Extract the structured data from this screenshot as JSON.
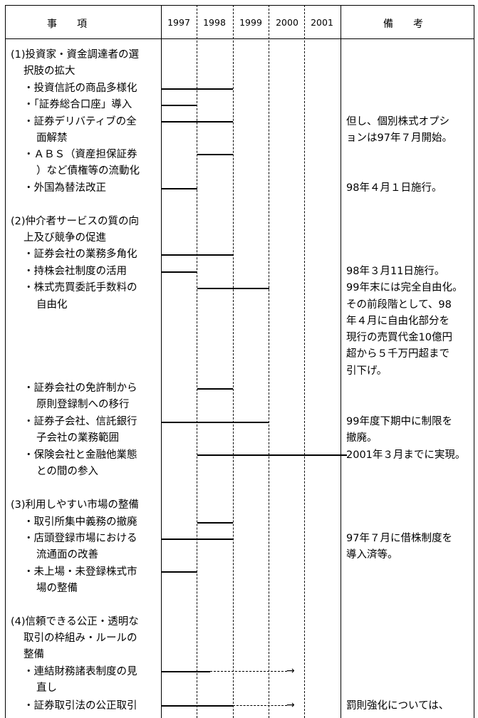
{
  "header": {
    "jikou": "事　　項",
    "bikou": "備　　考",
    "years": [
      "1997",
      "1998",
      "1999",
      "2000",
      "2001"
    ]
  },
  "sections": [
    {
      "title_lines": [
        "(1)投資家・資金調達者の選",
        "択肢の拡大"
      ],
      "items": [
        {
          "lines": [
            "・投資信託の商品多様化"
          ],
          "span_years": [
            "1997",
            "1998"
          ],
          "remark_lines": []
        },
        {
          "lines": [
            "・「証券総合口座」導入"
          ],
          "span_years": [
            "1997",
            "1997"
          ],
          "remark_lines": []
        },
        {
          "lines": [
            "・証券デリバティブの全",
            "面解禁"
          ],
          "span_years": [
            "1997",
            "1998"
          ],
          "remark_lines": [
            "但し、個別株式オプシ",
            "ョンは97年７月開始。"
          ]
        },
        {
          "lines": [
            "・ＡＢＳ（資産担保証券",
            "）など債権等の流動化"
          ],
          "span_years": [
            "1998",
            "1998"
          ],
          "remark_lines": []
        },
        {
          "lines": [
            "・外国為替法改正"
          ],
          "span_years": [
            "1997",
            "1997"
          ],
          "remark_lines": [
            "98年４月１日施行。"
          ]
        }
      ]
    },
    {
      "title_lines": [
        "(2)仲介者サービスの質の向",
        "上及び競争の促進"
      ],
      "items": [
        {
          "lines": [
            "・証券会社の業務多角化"
          ],
          "span_years": [
            "1997",
            "1998"
          ],
          "remark_lines": []
        },
        {
          "lines": [
            "・持株会社制度の活用"
          ],
          "span_years": [
            "1997",
            "1997"
          ],
          "remark_lines": [
            "98年３月11日施行。"
          ]
        },
        {
          "lines": [
            "・株式売買委託手数料の",
            "自由化"
          ],
          "span_years": [
            "1998",
            "1999"
          ],
          "remark_lines": [
            "99年末には完全自由化。",
            "その前段階として、98",
            "年４月に自由化部分を",
            "現行の売買代金10億円",
            "超から５千万円超まで",
            "引下げ。"
          ]
        },
        {
          "lines": [
            "・証券会社の免許制から",
            "原則登録制への移行"
          ],
          "span_years": [
            "1998",
            "1998"
          ],
          "remark_lines": []
        },
        {
          "lines": [
            "・証券子会社、信託銀行",
            "子会社の業務範囲"
          ],
          "span_years": [
            "1997",
            "1999"
          ],
          "remark_lines": [
            "99年度下期中に制限を",
            "撤廃。"
          ]
        },
        {
          "lines": [
            "・保険会社と金融他業態",
            "との間の参入"
          ],
          "span_years": [
            "1998",
            "2001"
          ],
          "remark_lines": [
            "2001年３月までに実現。"
          ]
        }
      ]
    },
    {
      "title_lines": [
        "(3)利用しやすい市場の整備"
      ],
      "items": [
        {
          "lines": [
            "・取引所集中義務の撤廃"
          ],
          "span_years": [
            "1998",
            "1998"
          ],
          "remark_lines": []
        },
        {
          "lines": [
            "・店頭登録市場における",
            "流通面の改善"
          ],
          "span_years": [
            "1997",
            "1998"
          ],
          "remark_lines": [
            "97年７月に借株制度を",
            "導入済等。"
          ]
        },
        {
          "lines": [
            "・未上場・未登録株式市",
            "場の整備"
          ],
          "span_years": [
            "1997",
            "1997"
          ],
          "remark_lines": []
        }
      ]
    },
    {
      "title_lines": [
        "(4)信頼できる公正・透明な",
        "取引の枠組み・ルールの",
        "整備"
      ],
      "items": [
        {
          "lines": [
            "・連結財務諸表制度の見",
            "直し"
          ],
          "span_years": [
            "1997",
            "2000"
          ],
          "remark_lines": []
        },
        {
          "lines": [
            "・証券取引法の公正取引"
          ],
          "span_years": [
            "1997",
            "2000"
          ],
          "remark_lines": [
            "罰則強化については、"
          ]
        }
      ]
    }
  ]
}
